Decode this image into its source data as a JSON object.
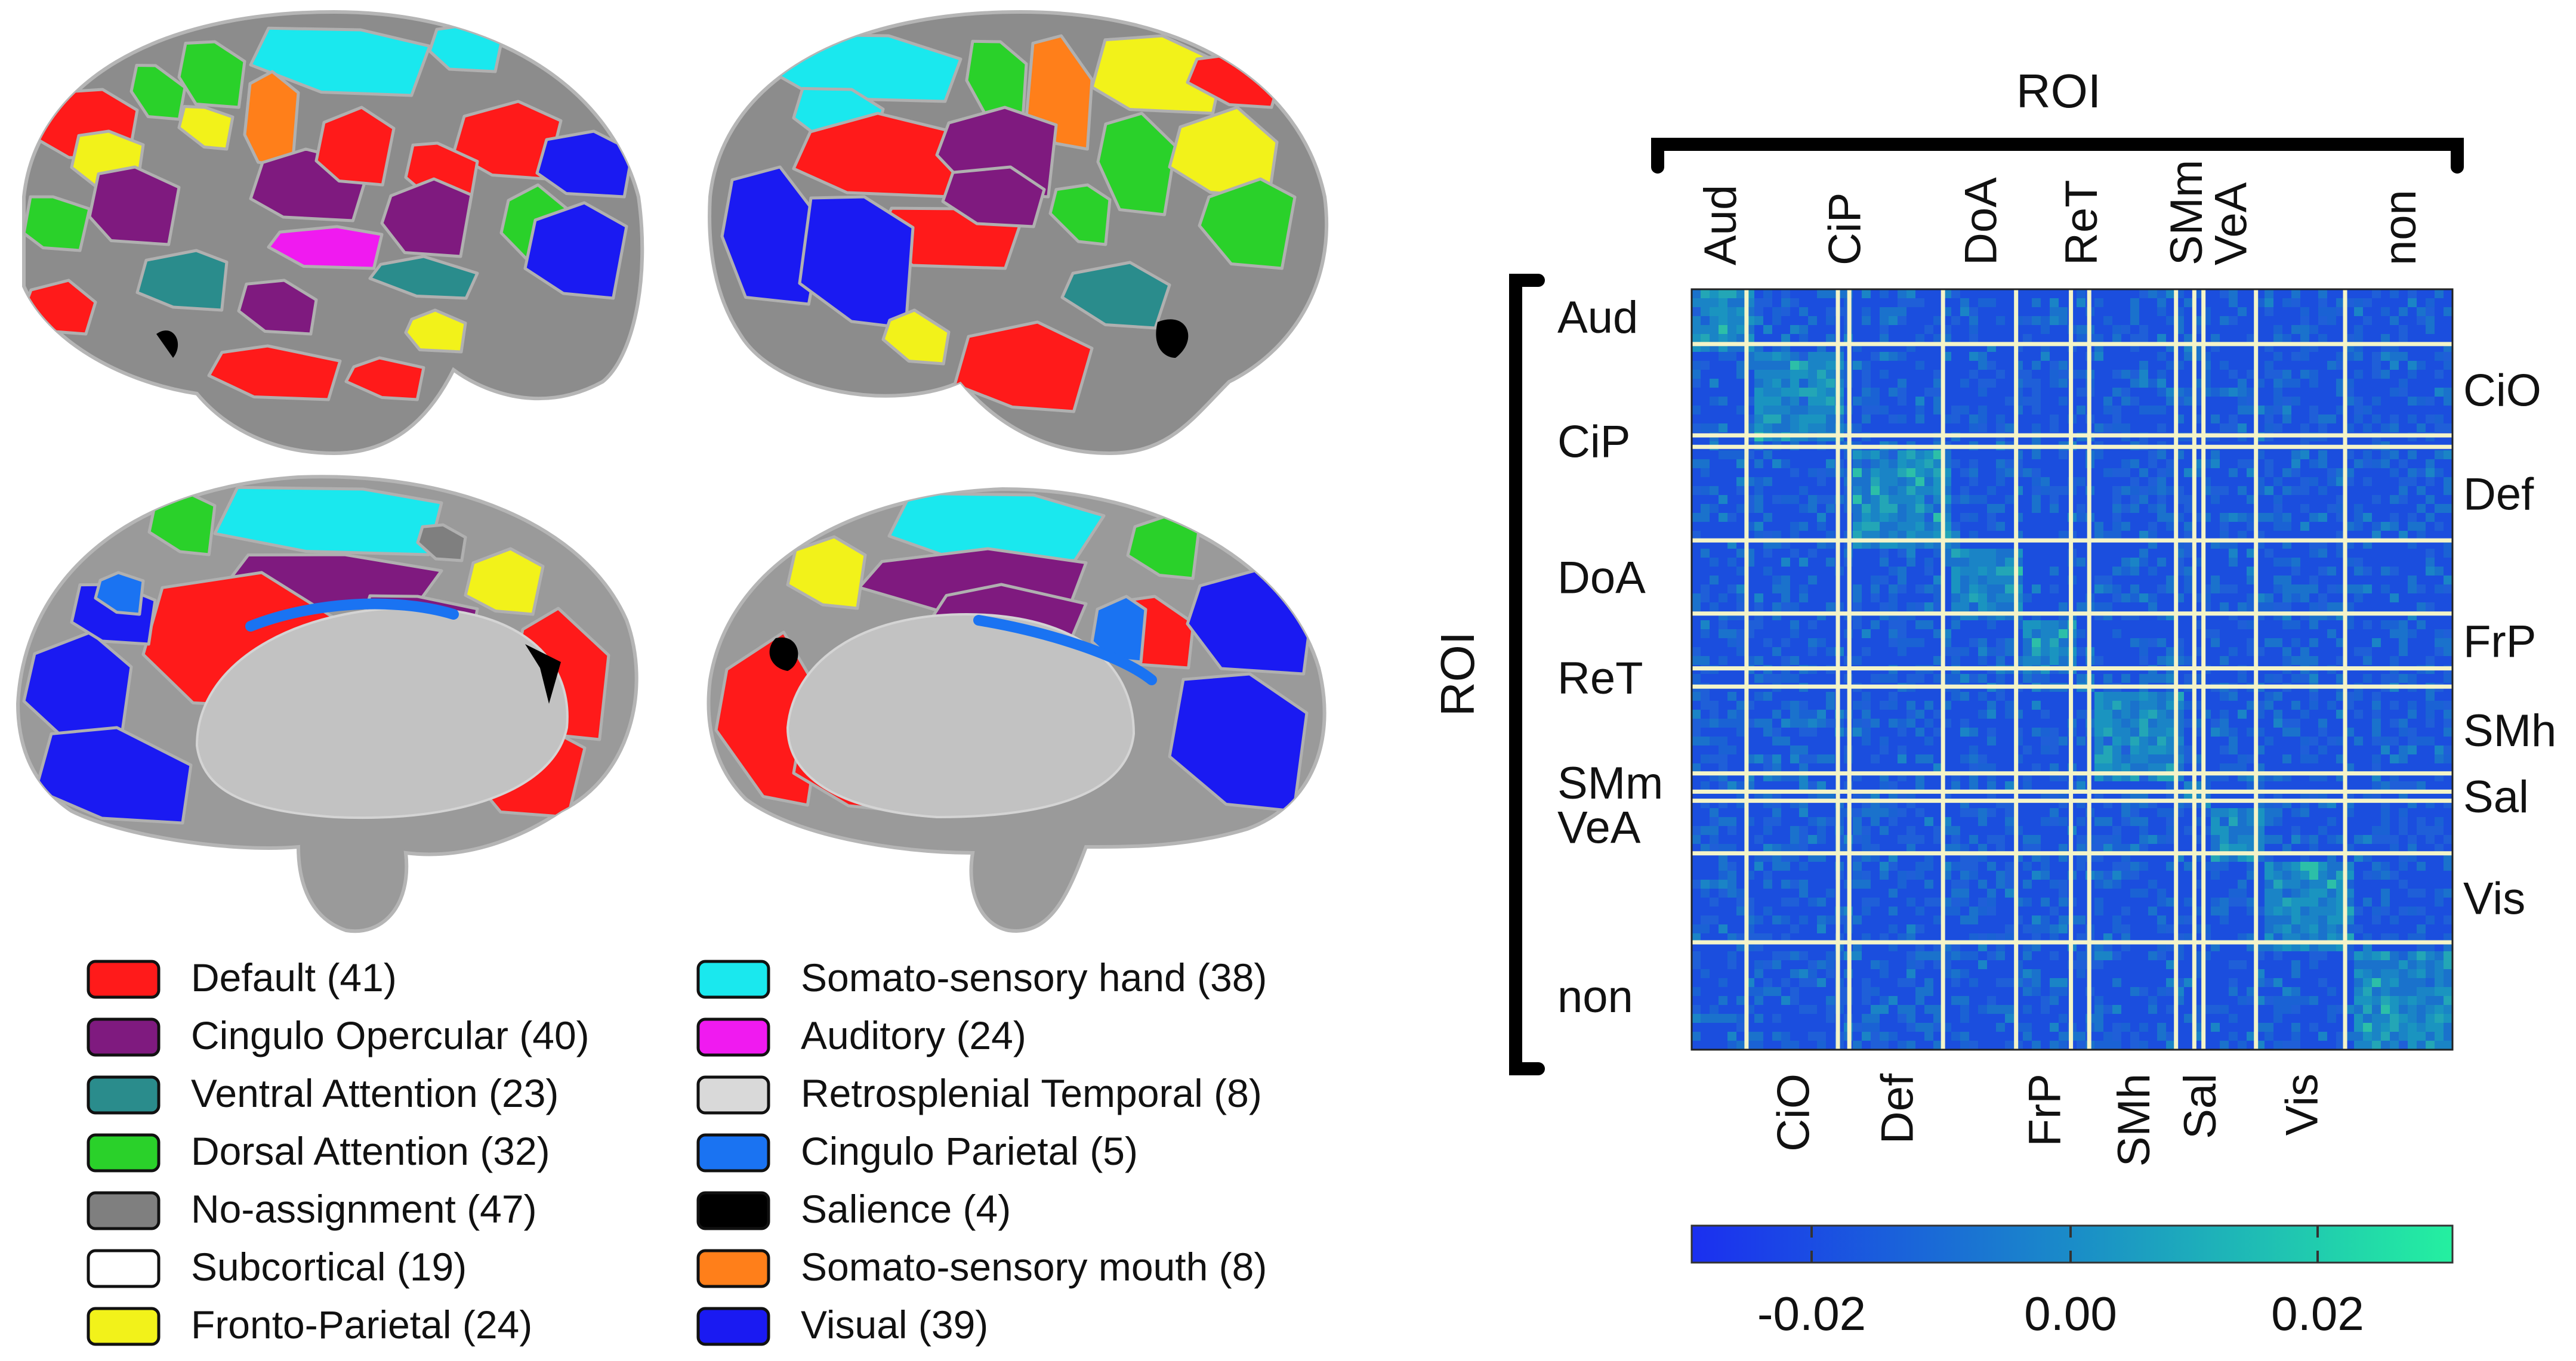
{
  "legend": {
    "items": [
      {
        "label": "Default (41)",
        "color": "#ff1a1a"
      },
      {
        "label": "Cingulo Opercular (40)",
        "color": "#7f1a7f"
      },
      {
        "label": "Ventral Attention (23)",
        "color": "#2a8c8c"
      },
      {
        "label": "Dorsal Attention (32)",
        "color": "#2ad12a"
      },
      {
        "label": "No-assignment (47)",
        "color": "#7f7f7f"
      },
      {
        "label": "Subcortical (19)",
        "color": "#ffffff"
      },
      {
        "label": "Fronto-Parietal (24)",
        "color": "#f2f21a"
      },
      {
        "label": "Somato-sensory hand (38)",
        "color": "#1ae8ee"
      },
      {
        "label": "Auditory (24)",
        "color": "#f01af0"
      },
      {
        "label": "Retrosplenial Temporal (8)",
        "color": "#d9d9d9"
      },
      {
        "label": "Cingulo Parietal (5)",
        "color": "#1a73f2"
      },
      {
        "label": "Salience (4)",
        "color": "#000000"
      },
      {
        "label": "Somato-sensory mouth (8)",
        "color": "#ff7f1a"
      },
      {
        "label": "Visual (39)",
        "color": "#1a1af2"
      }
    ]
  },
  "matrix": {
    "top_axis_title": "ROI",
    "left_axis_title": "ROI",
    "top_labels": [
      "Aud",
      "CiP",
      "DoA",
      "ReT",
      "SMm",
      "VeA",
      "non"
    ],
    "bottom_labels": [
      "CiO",
      "Def",
      "FrP",
      "SMh",
      "Sal",
      "Vis"
    ],
    "left_labels": [
      "Aud",
      "CiP",
      "DoA",
      "ReT",
      "SMm",
      "VeA",
      "non"
    ],
    "right_labels": [
      "CiO",
      "Def",
      "FrP",
      "SMh",
      "Sal",
      "Vis"
    ],
    "network_order": [
      "Aud",
      "CiO",
      "CiP",
      "Def",
      "DoA",
      "FrP",
      "ReT",
      "SMh",
      "SMm",
      "Sal",
      "VeA",
      "Vis",
      "non"
    ],
    "network_sizes": [
      24,
      40,
      5,
      41,
      32,
      24,
      8,
      38,
      8,
      4,
      23,
      39,
      47
    ]
  },
  "colorbar": {
    "ticks": [
      "-0.02",
      "0.00",
      "0.02"
    ],
    "colors": {
      "low": "#1b2ff0",
      "mid": "#1a8cc8",
      "high": "#24f0a0"
    }
  }
}
